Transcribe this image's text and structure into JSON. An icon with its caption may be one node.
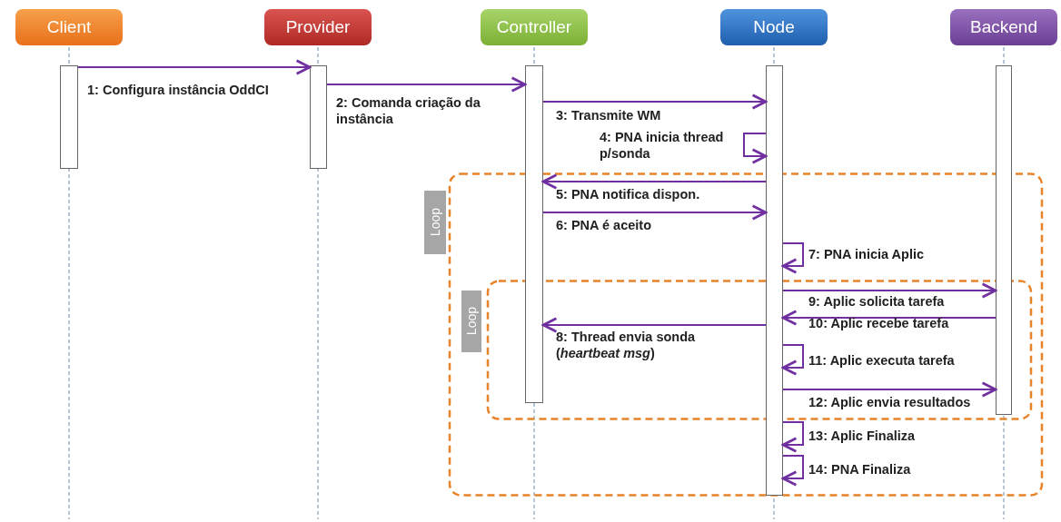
{
  "diagram": {
    "nodes": [
      {
        "text": [
          "Client"
        ]
      },
      {
        "text": [
          "Provider"
        ]
      },
      {
        "text": [
          "Controller"
        ]
      },
      {
        "text": [
          "Node"
        ]
      },
      {
        "text": [
          "Backend"
        ]
      },
      {
        "text": [],
        "shape": "bar"
      },
      {
        "text": [],
        "shape": "bar"
      },
      {
        "text": [],
        "shape": "bar"
      },
      {
        "text": [],
        "shape": "bar"
      },
      {
        "text": [],
        "shape": "bar"
      },
      {
        "text": [
          "Loop"
        ]
      },
      {
        "text": [
          "Loop"
        ]
      }
    ],
    "edges": [
      {
        "from": 5,
        "to": 6,
        "arrow": "to",
        "label": "1: Configura instância OddCI"
      },
      {
        "from": 6,
        "to": 7,
        "arrow": "to",
        "label": "2: Comanda criação da instância"
      },
      {
        "from": 7,
        "to": 8,
        "arrow": "to",
        "label": "3: Transmite WM"
      },
      {
        "from": 8,
        "to": 8,
        "arrow": "to",
        "label": "4: PNA inicia thread p/sonda"
      },
      {
        "from": 8,
        "to": 7,
        "arrow": "to",
        "label": "5: PNA notifica dispon."
      },
      {
        "from": 7,
        "to": 8,
        "arrow": "to",
        "label": "6: PNA é aceito"
      },
      {
        "from": 8,
        "to": 8,
        "arrow": "to",
        "label": "7: PNA inicia Aplic"
      },
      {
        "from": 8,
        "to": 9,
        "arrow": "to",
        "label": "9: Aplic solicita tarefa"
      },
      {
        "from": 9,
        "to": 8,
        "arrow": "to",
        "label": "10: Aplic recebe tarefa"
      },
      {
        "from": 8,
        "to": 7,
        "arrow": "to",
        "label": "8: Thread envia sonda (*heartbeat msg*)"
      },
      {
        "from": 8,
        "to": 8,
        "arrow": "to",
        "label": "11: Aplic executa tarefa"
      },
      {
        "from": 8,
        "to": 9,
        "arrow": "to",
        "label": "12: Aplic envia resultados"
      },
      {
        "from": 8,
        "to": 8,
        "arrow": "to",
        "label": "13: Aplic Finaliza"
      },
      {
        "from": 8,
        "to": 8,
        "arrow": "to",
        "label": "14: PNA Finaliza"
      }
    ]
  }
}
